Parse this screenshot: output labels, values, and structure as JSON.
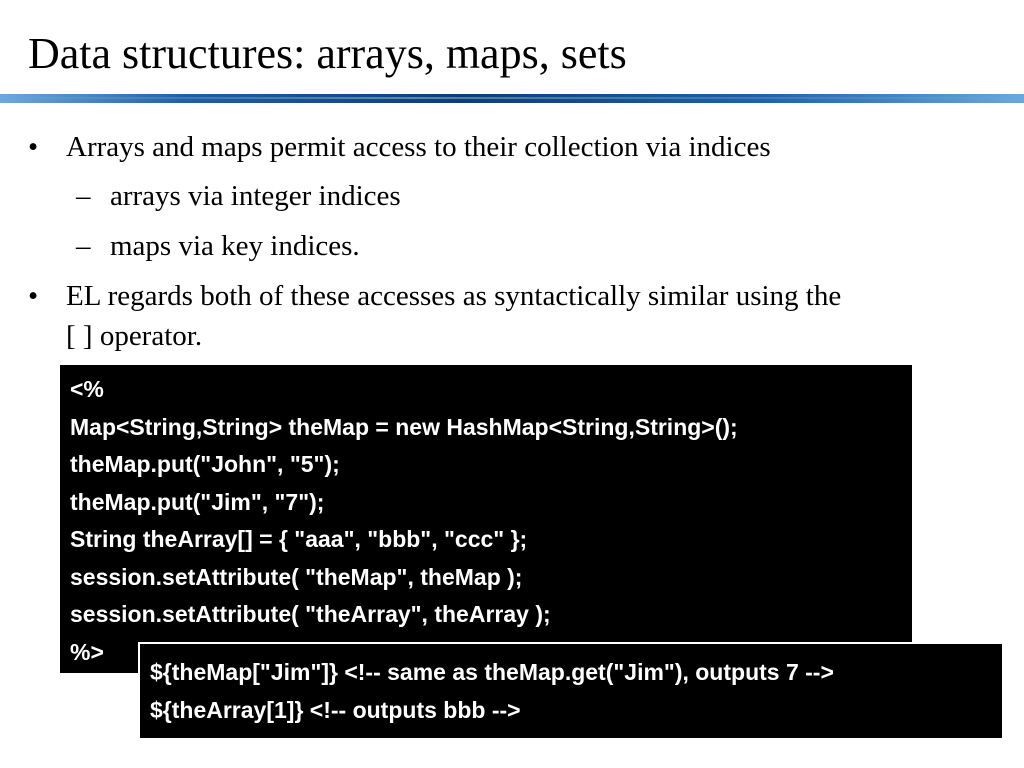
{
  "slide": {
    "title": "Data structures: arrays, maps, sets",
    "bullets": [
      {
        "mark": "•",
        "text": "Arrays and maps permit access to their collection via indices"
      },
      {
        "mark": "–",
        "text": "arrays via integer indices"
      },
      {
        "mark": "–",
        "text": "maps via key indices."
      },
      {
        "mark": "•",
        "text": "EL regards both of these accesses as syntactically similar using the",
        "text2": "[ ] operator."
      }
    ],
    "code_main": [
      "<%",
      "Map<String,String> theMap = new HashMap<String,String>();",
      "theMap.put(\"John\", \"5\");",
      "theMap.put(\"Jim\", \"7\");",
      "String theArray[] = { \"aaa\", \"bbb\", \"ccc\" };",
      "session.setAttribute( \"theMap\", theMap );",
      "session.setAttribute( \"theArray\", theArray );",
      "%>"
    ],
    "code_el": [
      "${theMap[\"Jim\"]} <!-- same as theMap.get(\"Jim\"), outputs 7 -->",
      "${theArray[1]} <!-- outputs bbb -->"
    ]
  }
}
